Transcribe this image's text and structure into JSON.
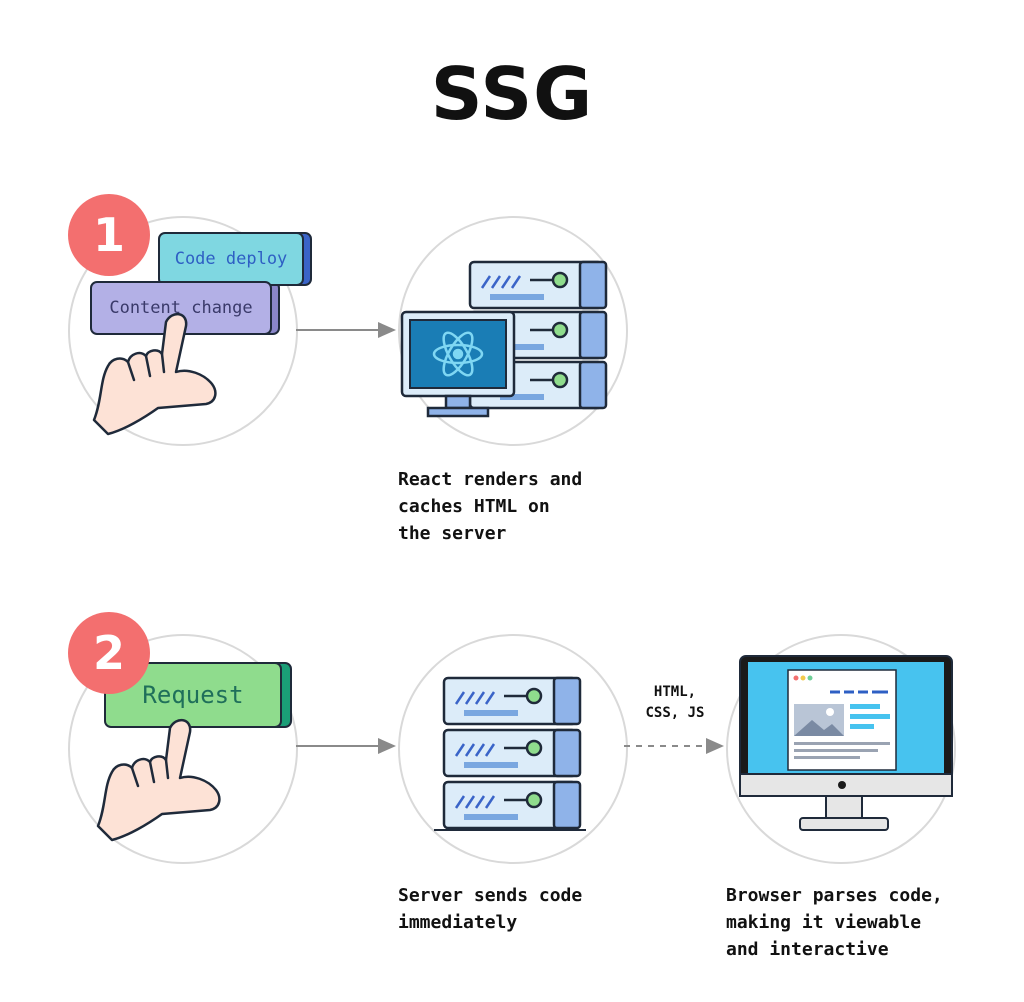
{
  "title": "SSG",
  "steps": [
    {
      "number": "1",
      "triggers": [
        "Code deploy",
        "Content change"
      ],
      "server_caption": "React renders and\ncaches HTML on\nthe server"
    },
    {
      "number": "2",
      "triggers": [
        "Request"
      ],
      "server_caption": "Server sends code\nimmediately",
      "transfer_label": "HTML,\nCSS, JS",
      "browser_caption": "Browser parses code,\nmaking it viewable\nand interactive"
    }
  ],
  "colors": {
    "step_badge": "#f36f6f",
    "code_deploy": "#7fd7e1",
    "content_change": "#b3b0e6",
    "request": "#8fdc8d",
    "server": "#dcecf9",
    "monitor_screen": "#47c3ef"
  },
  "icons": [
    "hand-pointer-icon",
    "server-stack-icon",
    "react-logo-icon",
    "desktop-monitor-icon",
    "image-placeholder-icon"
  ]
}
